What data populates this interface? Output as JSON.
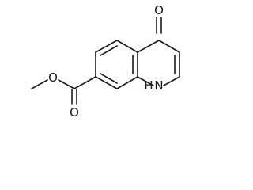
{
  "atoms": {
    "ketone_oxygen": "O",
    "carbonyl_oxygen": "O",
    "ester_oxygen": "O",
    "ring_nitrogen": "N",
    "nitrogen_hydrogen": "H"
  }
}
